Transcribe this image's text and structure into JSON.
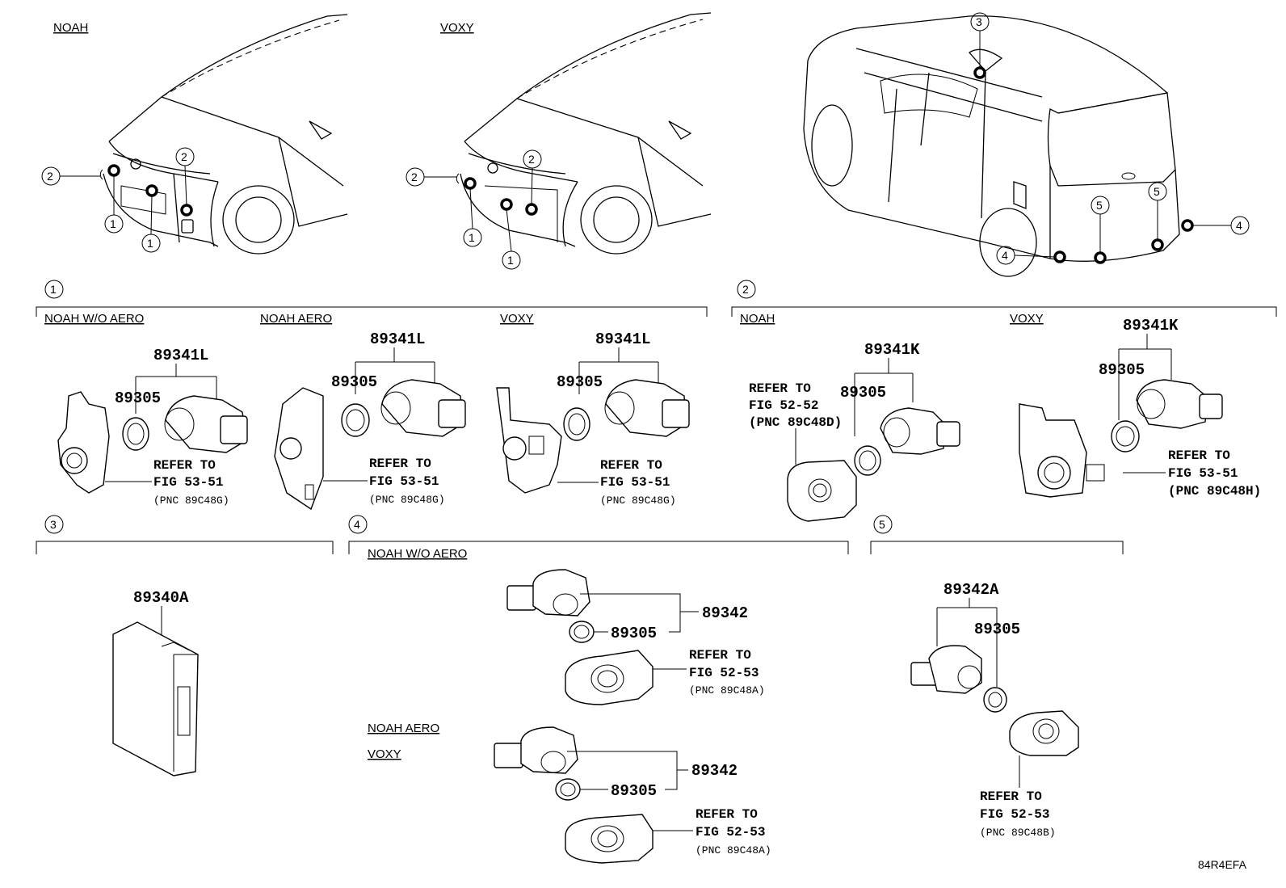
{
  "labels": {
    "noah": "NOAH",
    "voxy": "VOXY",
    "noah_wo_aero": "NOAH W/O AERO",
    "noah_aero": "NOAH AERO"
  },
  "callouts": [
    "1",
    "2",
    "3",
    "4",
    "5"
  ],
  "parts": {
    "sensor_l": "89341L",
    "sensor_k": "89341K",
    "retainer": "89305",
    "computer": "89340A",
    "sensor_rear": "89342",
    "sensor_rear_a": "89342A"
  },
  "refs": {
    "refer_to": "REFER TO",
    "fig_53_51": "FIG 53-51",
    "fig_52_52": "FIG 52-52",
    "fig_52_53": "FIG 52-53",
    "pnc_89c48g": "(PNC 89C48G)",
    "pnc_89c48d": "(PNC 89C48D)",
    "pnc_89c48h": "(PNC 89C48H)",
    "pnc_89c48a": "(PNC 89C48A)",
    "pnc_89c48b": "(PNC 89C48B)"
  },
  "diagram_code": "84R4EFA"
}
